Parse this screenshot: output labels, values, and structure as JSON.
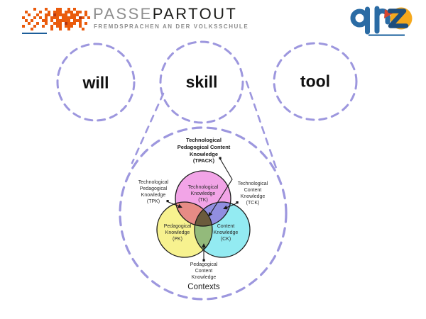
{
  "header": {
    "passepartout": {
      "wordmark_gray": "PASSE",
      "wordmark_dark": "PARTOUT",
      "subtitle": "FREMDSPRACHEN AN DER VOLKSSCHULE",
      "pattern_rows": [
        "....o...o...oo..o.o.....",
        ".o....o..o.ooo.ooo.oo.o.",
        "..o..o..oo.roooo.ooo..o.",
        "o...o.o.o.ooo.ooooo.ro.o",
        ".o.o...oo.o.ooooo.ooo...",
        "..o..o..o..ooo.rooo.o.o.",
        "o...o..o..o.oo.ooo..o...",
        "...o......o..o..o....o.."
      ],
      "colors": {
        "orange": "#EA5B0C",
        "dark_orange": "#B33511",
        "underline": "#1C5D99",
        "gray": "#8E8E8E",
        "dark": "#1D1D1B"
      }
    },
    "phz": {
      "name": "PHZ",
      "letters": [
        "P",
        "H",
        "Z"
      ],
      "colors": {
        "blue": "#2A6BA4",
        "dark_blue": "#1E4E7C",
        "orange": "#F5A81C",
        "red": "#D6452F"
      }
    }
  },
  "concept_circles": {
    "dash_color": "#9D97DE",
    "items": [
      {
        "label": "will"
      },
      {
        "label": "skill"
      },
      {
        "label": "tool"
      }
    ]
  },
  "tpack": {
    "title": "Technological\nPedagogical Content\nKnowledge\n(TPACK)",
    "tpk_label": "Technological\nPedagogical\nKnowledge\n(TPK)",
    "tck_label": "Technological\nContent\nKnowledge\n(TCK)",
    "tk_label": "Technological\nKnowledge\n(TK)",
    "pk_label": "Pedagogical\nKnowledge\n(PK)",
    "ck_label": "Content\nKnowledge\n(CK)",
    "pck_label": "Pedagogical\nContent\nKnowledge",
    "contexts_label": "Contexts",
    "colors": {
      "tk": "#F2A4E7",
      "pk": "#F7F28F",
      "ck": "#93EBF2",
      "tk_pk": "#E78B85",
      "tk_ck": "#918EE0",
      "pk_ck": "#93BA7B",
      "center": "#6B5B3C",
      "outline": "#1A1A1A"
    }
  }
}
